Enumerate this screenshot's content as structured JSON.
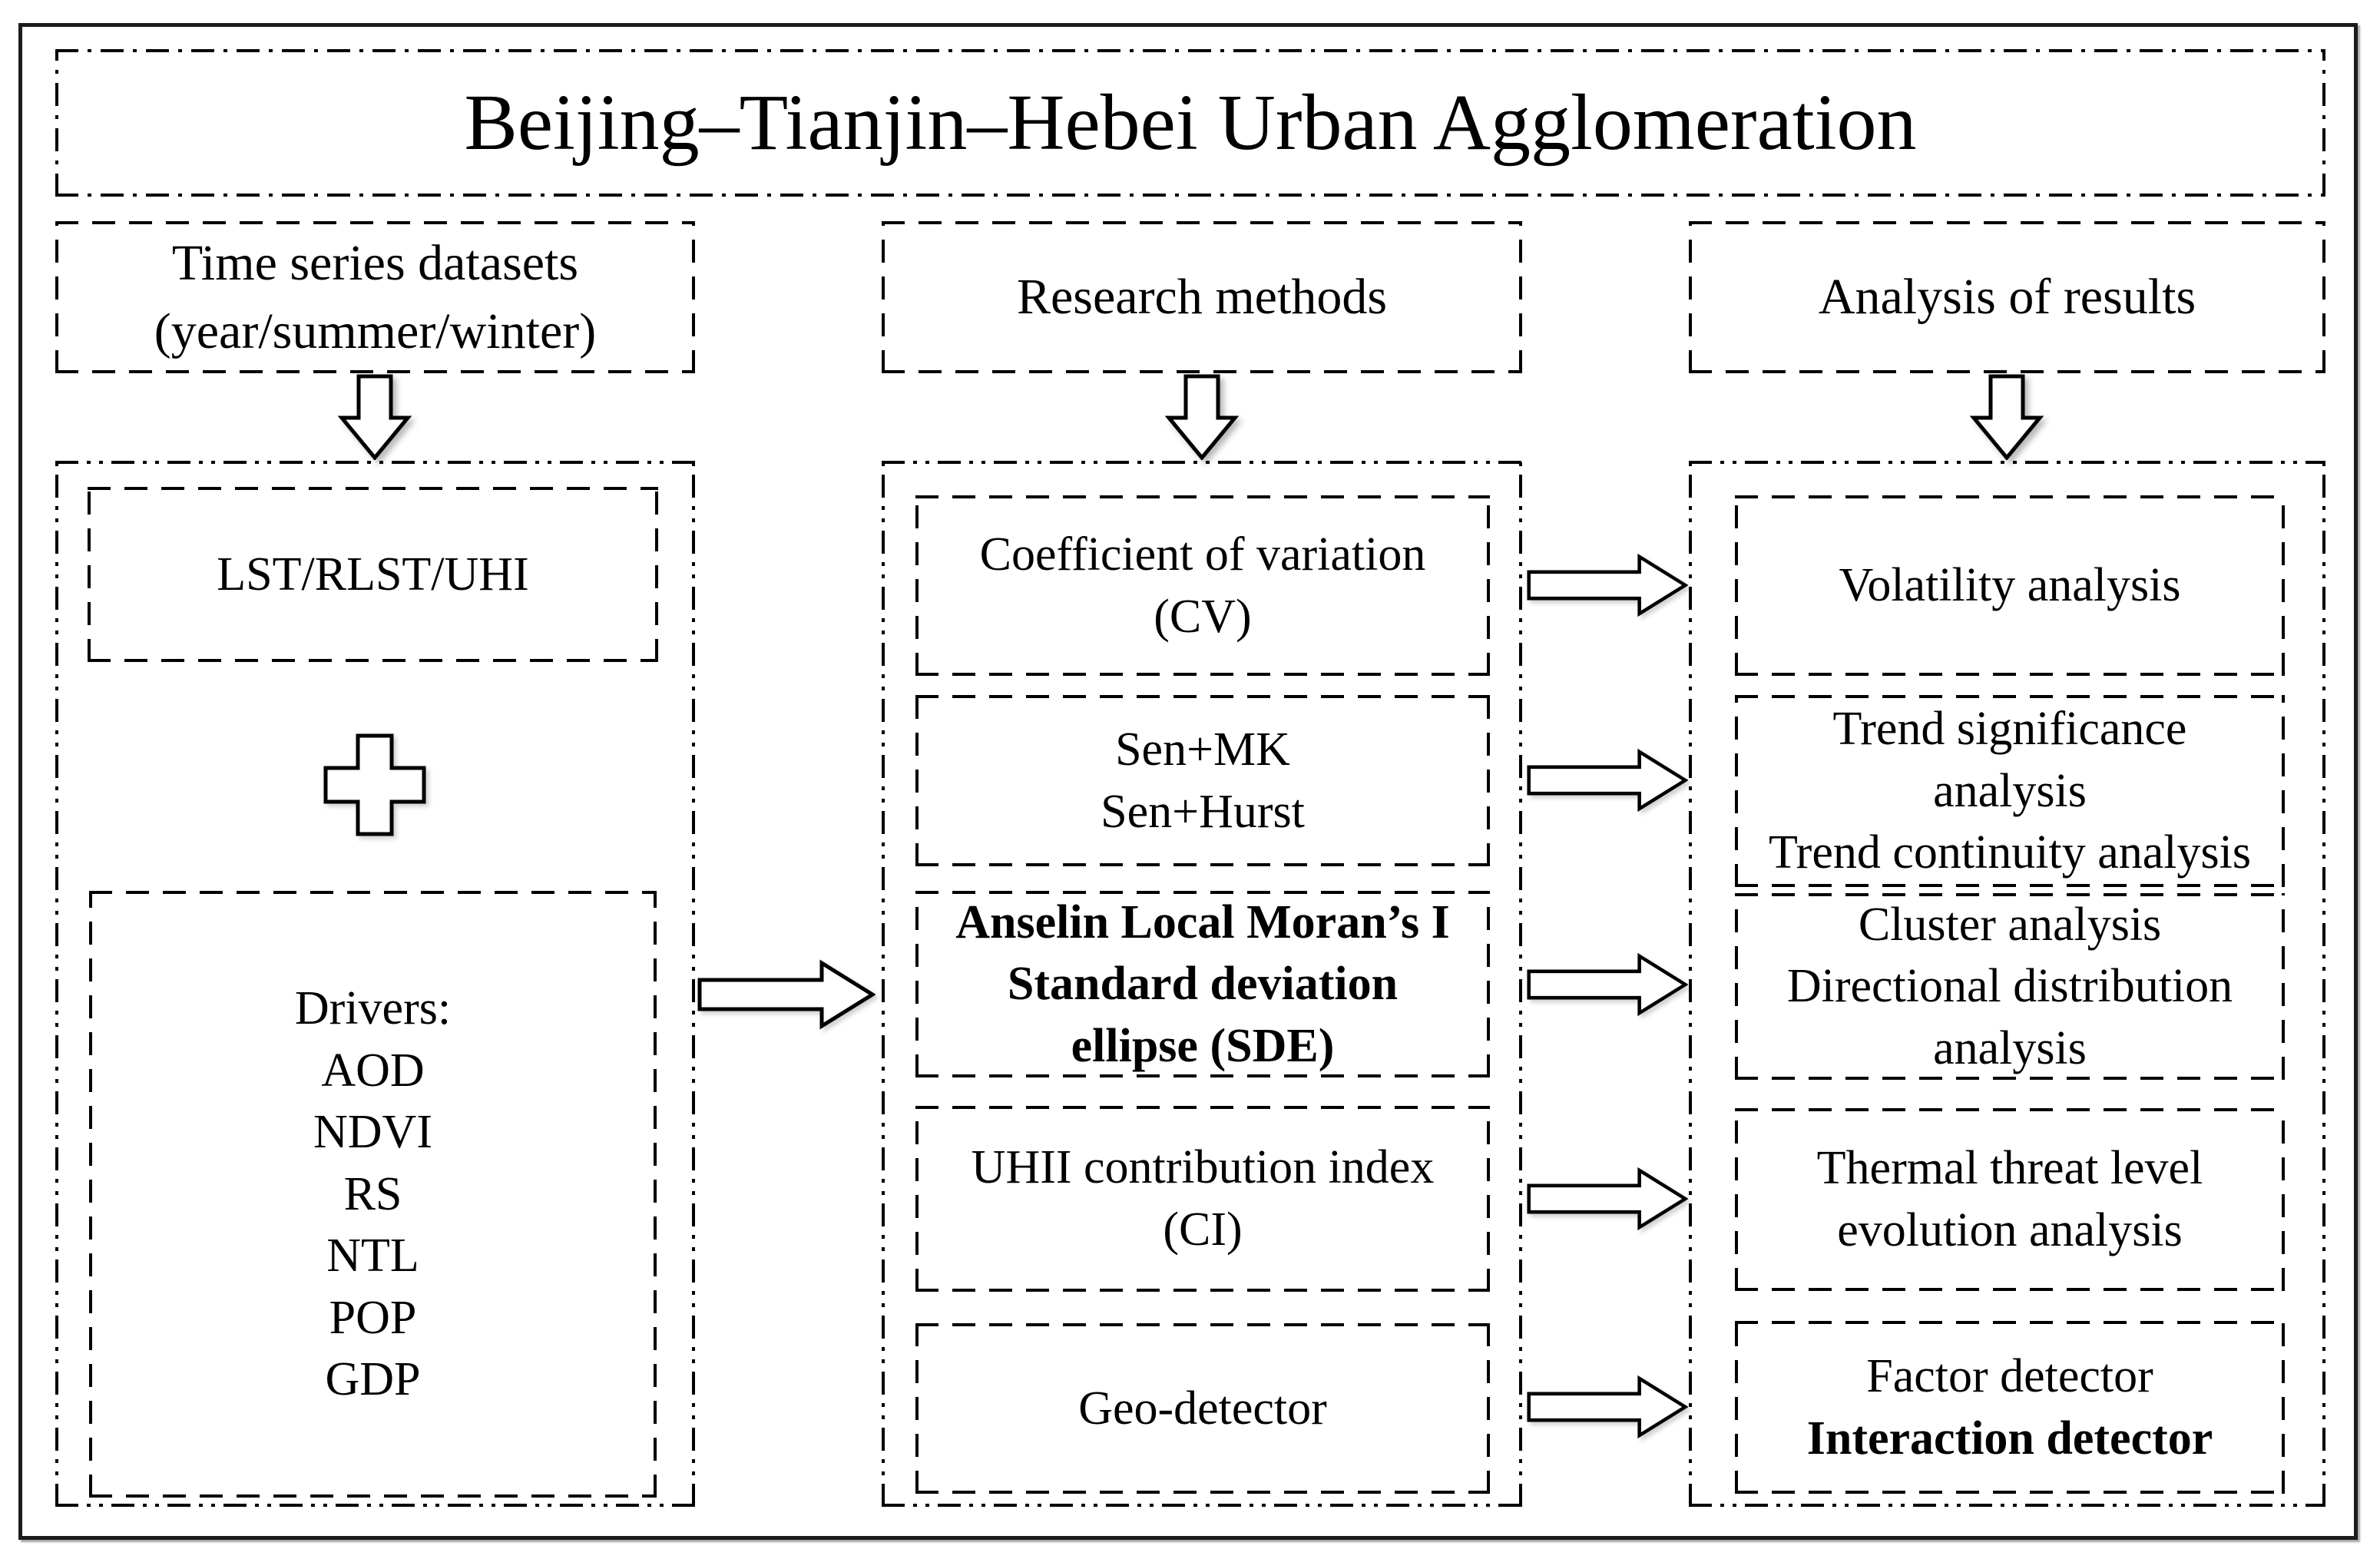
{
  "figure": {
    "title": "Beijing–Tianjin–Hebei Urban Agglomeration"
  },
  "columns": {
    "datasets": {
      "header": "Time series datasets\n(year/summer/winter)"
    },
    "methods": {
      "header": "Research methods"
    },
    "results": {
      "header": "Analysis of results"
    }
  },
  "datasets": {
    "primary": "LST/RLST/UHI",
    "plus_icon": "plus-cross",
    "drivers": "Drivers:\nAOD\nNDVI\nRS\nNTL\nPOP\nGDP"
  },
  "methods": {
    "boxes": [
      {
        "label": "Coefficient of variation\n(CV)",
        "bold": false
      },
      {
        "label": "Sen+MK\nSen+Hurst",
        "bold": false
      },
      {
        "label": "Anselin Local Moran’s I\nStandard deviation\nellipse (SDE)",
        "bold": true
      },
      {
        "label": "UHII contribution index\n(CI)",
        "bold": false
      },
      {
        "label": "Geo-detector",
        "bold": false
      }
    ]
  },
  "results": {
    "boxes": [
      {
        "label": "Volatility analysis"
      },
      {
        "label": "Trend significance\nanalysis\nTrend continuity analysis"
      },
      {
        "label": "Cluster analysis\nDirectional distribution\nanalysis"
      },
      {
        "label": "Thermal threat level\nevolution analysis"
      }
    ],
    "detector_box": {
      "line1": "Factor detector",
      "line2": "Interaction detector"
    }
  },
  "icons": {
    "down_arrow": "down-block-arrow",
    "right_arrow": "right-block-arrow"
  }
}
